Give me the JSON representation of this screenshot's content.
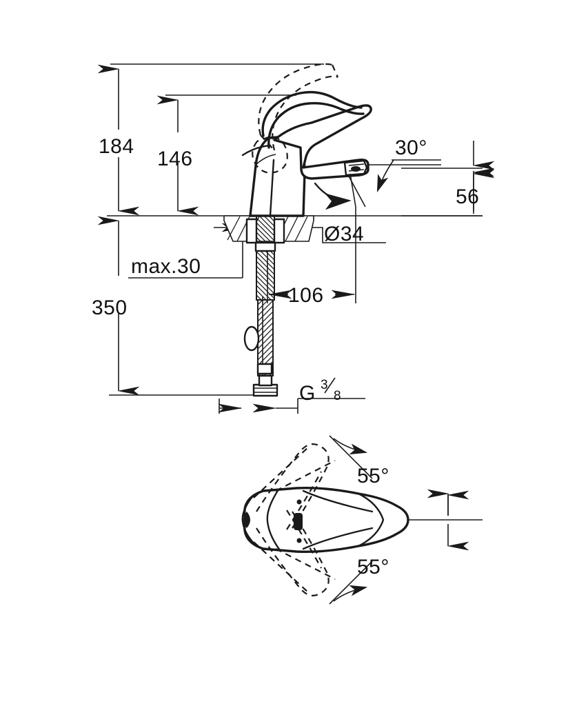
{
  "drawing": {
    "title": "Single-lever basin mixer dimensional drawing",
    "units": "mm",
    "line_color": "#1a1a1a",
    "background_color": "#ffffff"
  },
  "dimensions": {
    "overall_height": "184",
    "spout_height": "146",
    "spout_projection_offset": "56",
    "tail_length": "350",
    "deck_thickness": "max.30",
    "spout_reach": "106",
    "hole_diameter": "Ø34",
    "spout_angle": "30°",
    "thread_label_main": "G",
    "thread_label_num": "3",
    "thread_label_den": "8",
    "handle_swivel_up": "55°",
    "handle_swivel_down": "55°"
  },
  "views": {
    "elevation": "side-elevation-view",
    "plan": "top-plan-view"
  }
}
